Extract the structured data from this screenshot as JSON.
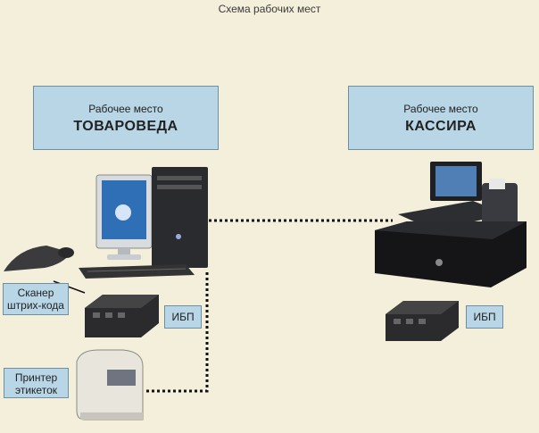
{
  "title": "Схема рабочих мест",
  "merchandiser": {
    "line1": "Рабочее место",
    "line2": "ТОВАРОВЕДА"
  },
  "cashier": {
    "line1": "Рабочее место",
    "line2": "КАССИРА"
  },
  "scanner": {
    "line1": "Сканер",
    "line2": "штрих-кода"
  },
  "printer": {
    "line1": "Принтер",
    "line2": "этикеток"
  },
  "ups_left": "ИБП",
  "ups_right": "ИБП",
  "colors": {
    "background": "#f3efdb",
    "label_fill": "#b8d6e6",
    "label_border": "#6f8ea3",
    "connector": "#111111"
  }
}
